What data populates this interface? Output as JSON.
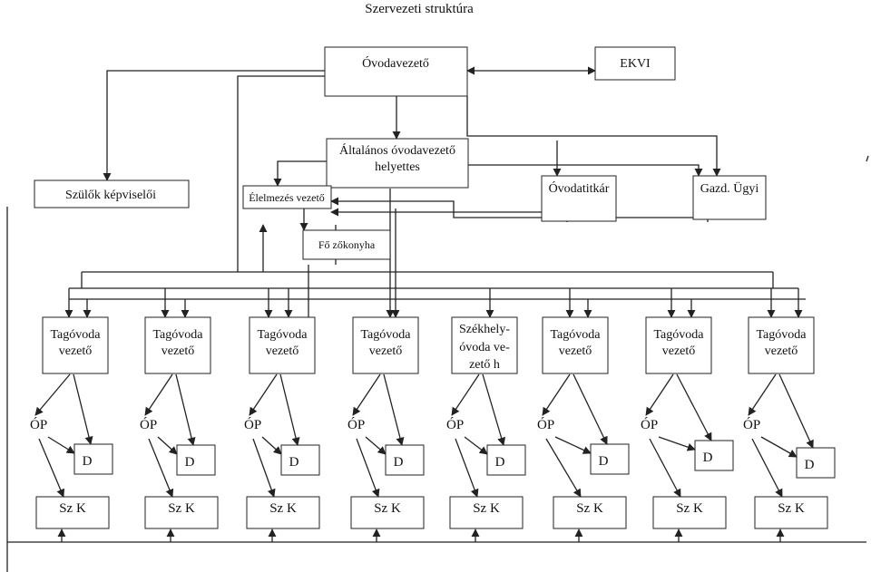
{
  "title": "Szervezeti struktúra",
  "nodes": {
    "ovodavezeto": "Óvodavezető",
    "ekvi": "EKVI",
    "altalanos_line1": "Általános óvodavezető",
    "altalanos_line2": "helyettes",
    "szulok": "Szülők képviselői",
    "elelmezes": "Élelmezés vezető",
    "fozokonyha": "Fő zőkonyha",
    "ovodatitkar": "Óvodatitkár",
    "gazd": "Gazd. Ügyi"
  },
  "units": [
    {
      "line1": "Tagóvoda",
      "line2": "vezető",
      "line3": ""
    },
    {
      "line1": "Tagóvoda",
      "line2": "vezető",
      "line3": ""
    },
    {
      "line1": "Tagóvoda",
      "line2": "vezető",
      "line3": ""
    },
    {
      "line1": "Tagóvoda",
      "line2": "vezető",
      "line3": ""
    },
    {
      "line1": "Székhely-",
      "line2": "óvoda ve-",
      "line3": "zető h"
    },
    {
      "line1": "Tagóvoda",
      "line2": "vezető",
      "line3": ""
    },
    {
      "line1": "Tagóvoda",
      "line2": "vezető",
      "line3": ""
    },
    {
      "line1": "Tagóvoda",
      "line2": "vezető",
      "line3": ""
    }
  ],
  "op_label": "ÓP",
  "d_label": "D",
  "szk_label": "Sz K"
}
